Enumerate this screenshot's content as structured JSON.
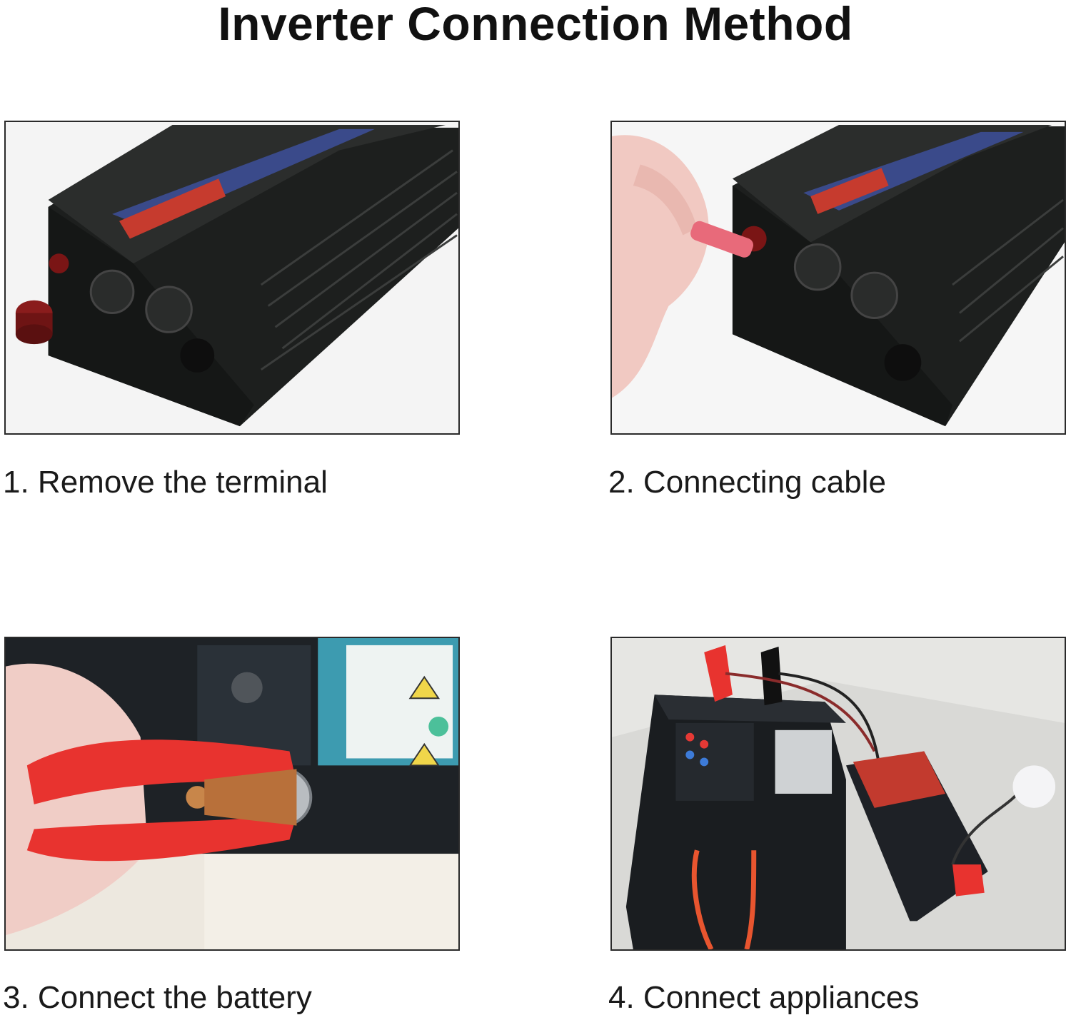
{
  "page": {
    "title": "Inverter Connection Method"
  },
  "steps": [
    {
      "caption": "1. Remove the terminal",
      "image": "inverter-terminal-removed-photo"
    },
    {
      "caption": "2. Connecting cable",
      "image": "inverter-cable-connecting-photo"
    },
    {
      "caption": "3. Connect the battery",
      "image": "battery-clamp-photo"
    },
    {
      "caption": "4. Connect appliances",
      "image": "battery-inverter-bulb-photo"
    }
  ],
  "colors": {
    "inverter_body": "#1c1e1d",
    "terminal_red": "#8a1a1a",
    "clamp_red": "#e8332f",
    "battery_teal": "#3d9bb0",
    "battery_black": "#1a1d20",
    "floor_grey": "#d9d9d6"
  }
}
